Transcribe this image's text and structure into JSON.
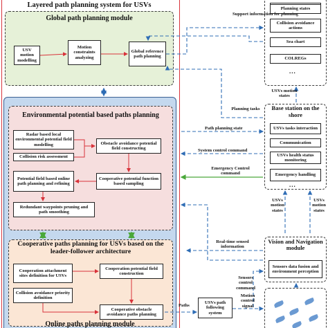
{
  "main_title": "Layered path planning system for USVs",
  "global_module": {
    "title": "Global path planning module",
    "boxes": [
      "USV motion modelling",
      "Motion constraints analyzing",
      "Global reference path planning"
    ]
  },
  "online_module": {
    "title": "Online paths planning module",
    "environmental": {
      "title": "Environmental  potential  based paths planning",
      "boxes": [
        "Radar based local environmental potential field modelling",
        "Collision risk assessment",
        "Obstacle avoidance potential field constructing",
        "Potential field based online path planning and refining",
        "Cooperative potential function based sampling",
        "Redundant waypoints pruning and path smoothing"
      ]
    },
    "cooperative": {
      "title": "Cooperative paths planning for USVs based on the  leader-follower architecture",
      "boxes": [
        "Cooperation attachment sites definition for USVs",
        "Cooperation potential field construction",
        "Collision avoidance priority definition",
        "Cooperative obstacle avoidance paths planning"
      ]
    }
  },
  "info_panel": {
    "items": [
      "Planning states",
      "Collision avoidance actions",
      "Sea chart",
      "COLREGs"
    ],
    "dots": "..."
  },
  "base_station": {
    "title": "Base station on the shore",
    "items": [
      "USVs tasks interaction",
      "Communication",
      "USVs health status monitoring",
      "Emergency handling"
    ],
    "dots": "..."
  },
  "vision_module": {
    "title": "Vision and Navigation module",
    "item": "Sensors data fusion and environment perception"
  },
  "path_following": {
    "label": "USVs path following system"
  },
  "labels": {
    "support_info": "Support information for planning",
    "motion_states_top": "USVs motion states",
    "planning_tasks": "Planning tasks",
    "path_planning_state": "Path planning state",
    "system_control": "System control command",
    "emergency_control": "Emergency Control command",
    "motion_states_left": "USVs motion states",
    "motion_states_right": "USVs motion states",
    "real_time_info": "Real-time sensed information",
    "sensors_control": "Sensors control command",
    "motion_control": "Motion control signal",
    "paths": "Paths"
  },
  "colors": {
    "frame": "#d8323a",
    "global_fill": "#e6f1d8",
    "online_fill": "#c4d8ee",
    "env_fill": "#f6dede",
    "coop_fill": "#fbe6d5",
    "arrow_red": "#d8323a",
    "arrow_blue": "#2f6db5",
    "arrow_green": "#4aa83a"
  }
}
